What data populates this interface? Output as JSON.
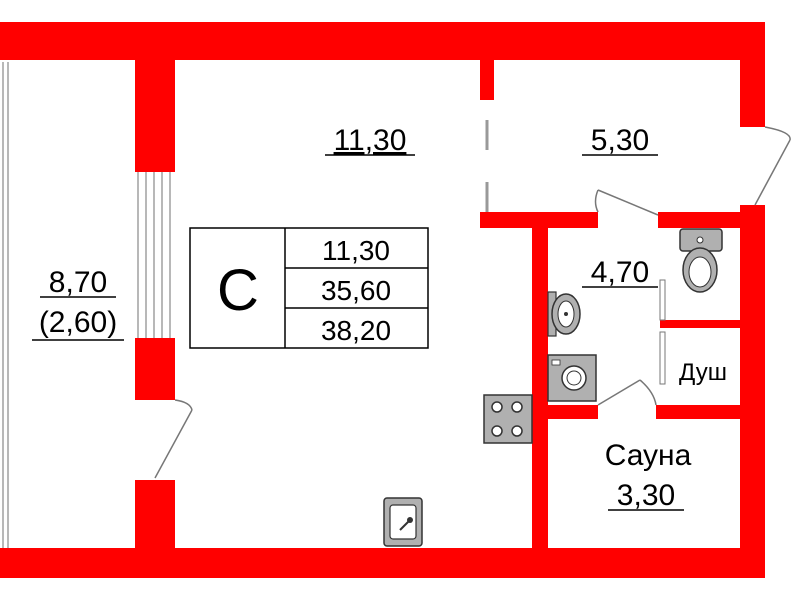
{
  "rooms": {
    "main_room": {
      "area": "11,30"
    },
    "hall": {
      "area": "5,30"
    },
    "bathroom": {
      "area": "4,70"
    },
    "shower": {
      "label": "Душ"
    },
    "sauna": {
      "label": "Сауна",
      "area": "3,30"
    },
    "balcony": {
      "area": "8,70",
      "area_reduced": "(2,60)"
    }
  },
  "summary": {
    "type_letter": "С",
    "living_area": "11,30",
    "total_area": "35,60",
    "total_area_with_balcony": "38,20"
  },
  "colors": {
    "walls": "#ff0000",
    "fixtures": "#b0b0b0"
  },
  "icons": [
    "toilet-icon",
    "sink-icon",
    "washing-machine-icon",
    "stove-icon",
    "kitchen-sink-icon"
  ]
}
